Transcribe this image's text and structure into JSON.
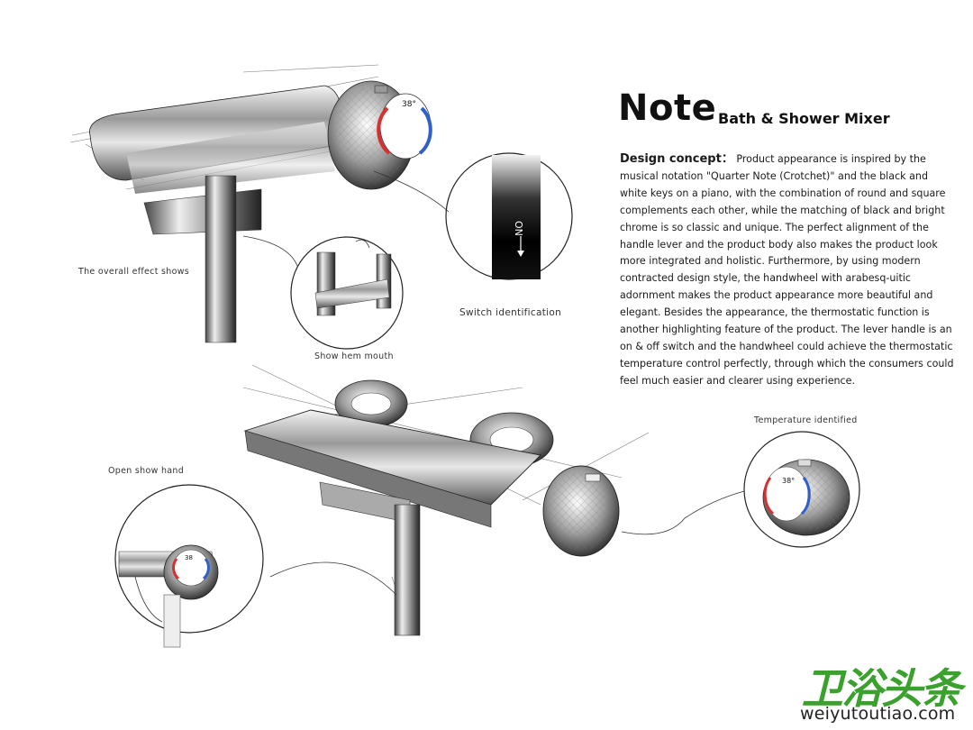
{
  "header": {
    "title": "Note",
    "subtitle": "Bath & Shower Mixer"
  },
  "concept": {
    "heading": "Design concept：",
    "body": "Product appearance is inspired by the musical notation \"Quarter Note (Crotchet)\" and the black and white keys on a piano, with the combination of round and square complements each other, while the matching of black and bright chrome is so classic and unique. The perfect alignment of the handle lever and the product body also makes the product look more integrated and holistic. Furthermore, by using modern contracted design style, the handwheel with arabesq-uitic adornment makes the product appearance more beautiful and elegant. Besides the appearance, the thermostatic function is another highlighting feature of the product. The lever handle is an on & off switch and the handwheel could achieve the thermostatic temperature control perfectly, through which the consumers could feel much easier and clearer using experience."
  },
  "labels": {
    "overall_effect": "The overall effect shows",
    "hem_mouth": "Show hem mouth",
    "switch_id": "Switch identification",
    "temperature": "Temperature identified",
    "open_hand": "Open show hand"
  },
  "dial": {
    "temperature": "38°",
    "temperature_short": "38",
    "switch_text": "ON"
  },
  "watermark": {
    "cn": "卫浴头条",
    "url": "weiyutoutiao.com",
    "color": "#3aa12d"
  }
}
